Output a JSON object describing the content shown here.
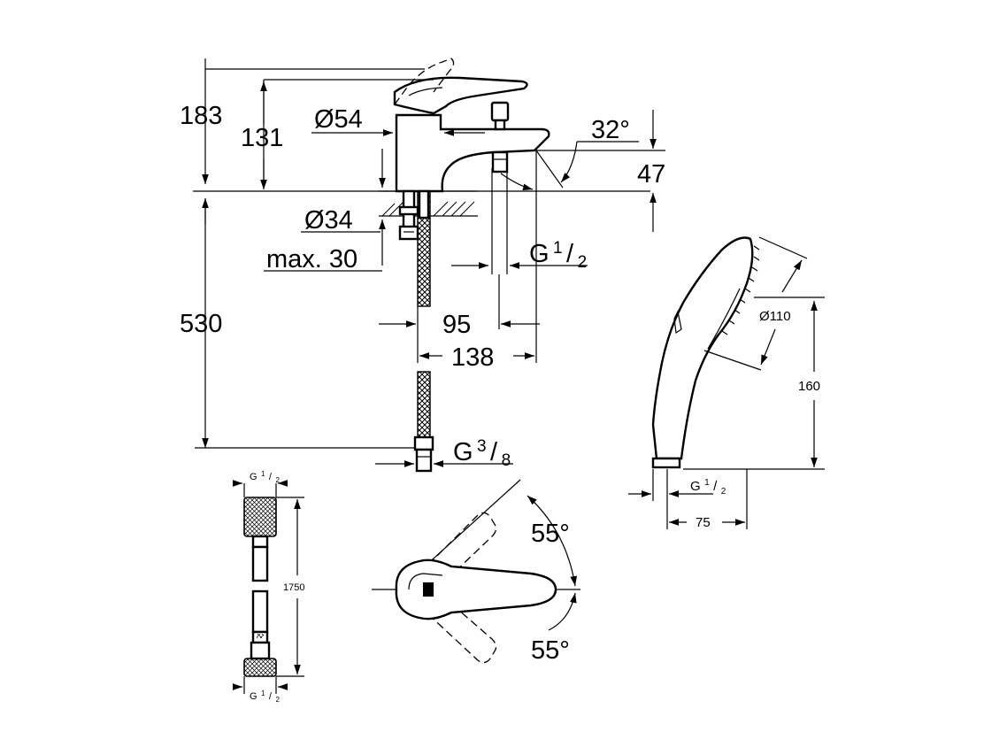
{
  "dimensions": {
    "height_total": "183",
    "height_spout": "131",
    "dia_body": "Ø54",
    "dia_mount": "Ø34",
    "max_thickness": "max. 30",
    "length_530": "530",
    "reach_95": "95",
    "reach_138": "138",
    "spout_angle": "32°",
    "spout_height": "47",
    "thread_outlet": {
      "base": "G",
      "num": "1",
      "den": "2"
    },
    "thread_supply": {
      "base": "G",
      "num": "3",
      "den": "8"
    }
  },
  "hand_shower": {
    "diameter": "Ø110",
    "length": "160",
    "width": "75",
    "thread": {
      "base": "G",
      "num": "1",
      "den": "2"
    }
  },
  "hose": {
    "length": "1750",
    "thread_top": {
      "base": "G",
      "num": "1",
      "den": "2"
    },
    "thread_bottom": {
      "base": "G",
      "num": "1",
      "den": "2"
    }
  },
  "lever": {
    "angle_up": "55°",
    "angle_down": "55°"
  }
}
